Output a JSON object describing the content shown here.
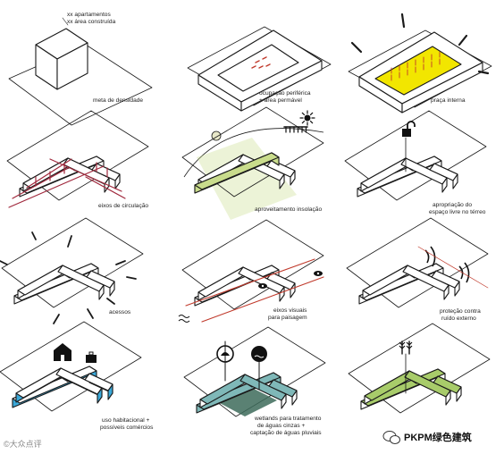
{
  "diagram": {
    "panels": [
      {
        "id": "density",
        "lines": [
          "meta de densidade"
        ],
        "annotation": [
          "xx apartamentos",
          "xx área construída"
        ]
      },
      {
        "id": "peripheral",
        "lines": [
          "ocupação periférica",
          "+ área permável"
        ]
      },
      {
        "id": "plaza",
        "lines": [
          "praça interna"
        ]
      },
      {
        "id": "circulation",
        "lines": [
          "eixos de circulação"
        ]
      },
      {
        "id": "insolation",
        "lines": [
          "aproveitamento insolação"
        ]
      },
      {
        "id": "ground",
        "lines": [
          "apropriação do",
          "espaço livre no térreo"
        ]
      },
      {
        "id": "access",
        "lines": [
          "acessos"
        ]
      },
      {
        "id": "visual",
        "lines": [
          "eixos visuais",
          "para paisagem"
        ]
      },
      {
        "id": "noise",
        "lines": [
          "proteção contra",
          "ruído externo"
        ]
      },
      {
        "id": "use",
        "lines": [
          "uso habitacional +",
          "possíveis comércios"
        ]
      },
      {
        "id": "wetlands",
        "lines": [
          "wetlands para tratamento",
          "de águas cinzas +",
          "captação de águas pluviais"
        ]
      },
      {
        "id": "green",
        "lines": []
      }
    ]
  },
  "watermarks": {
    "left": "©大众点评",
    "right": "PKPM绿色建筑"
  },
  "colors": {
    "line": "#1a1a1a",
    "plaza_fill": "#f2e600",
    "circulation": "#a0283c",
    "sun_green": "#c9dc8c",
    "blue": "#3aa8d8",
    "teal": "#7fb8b8",
    "green_roof": "#a8cc6a",
    "accent_red": "#c0392b"
  }
}
